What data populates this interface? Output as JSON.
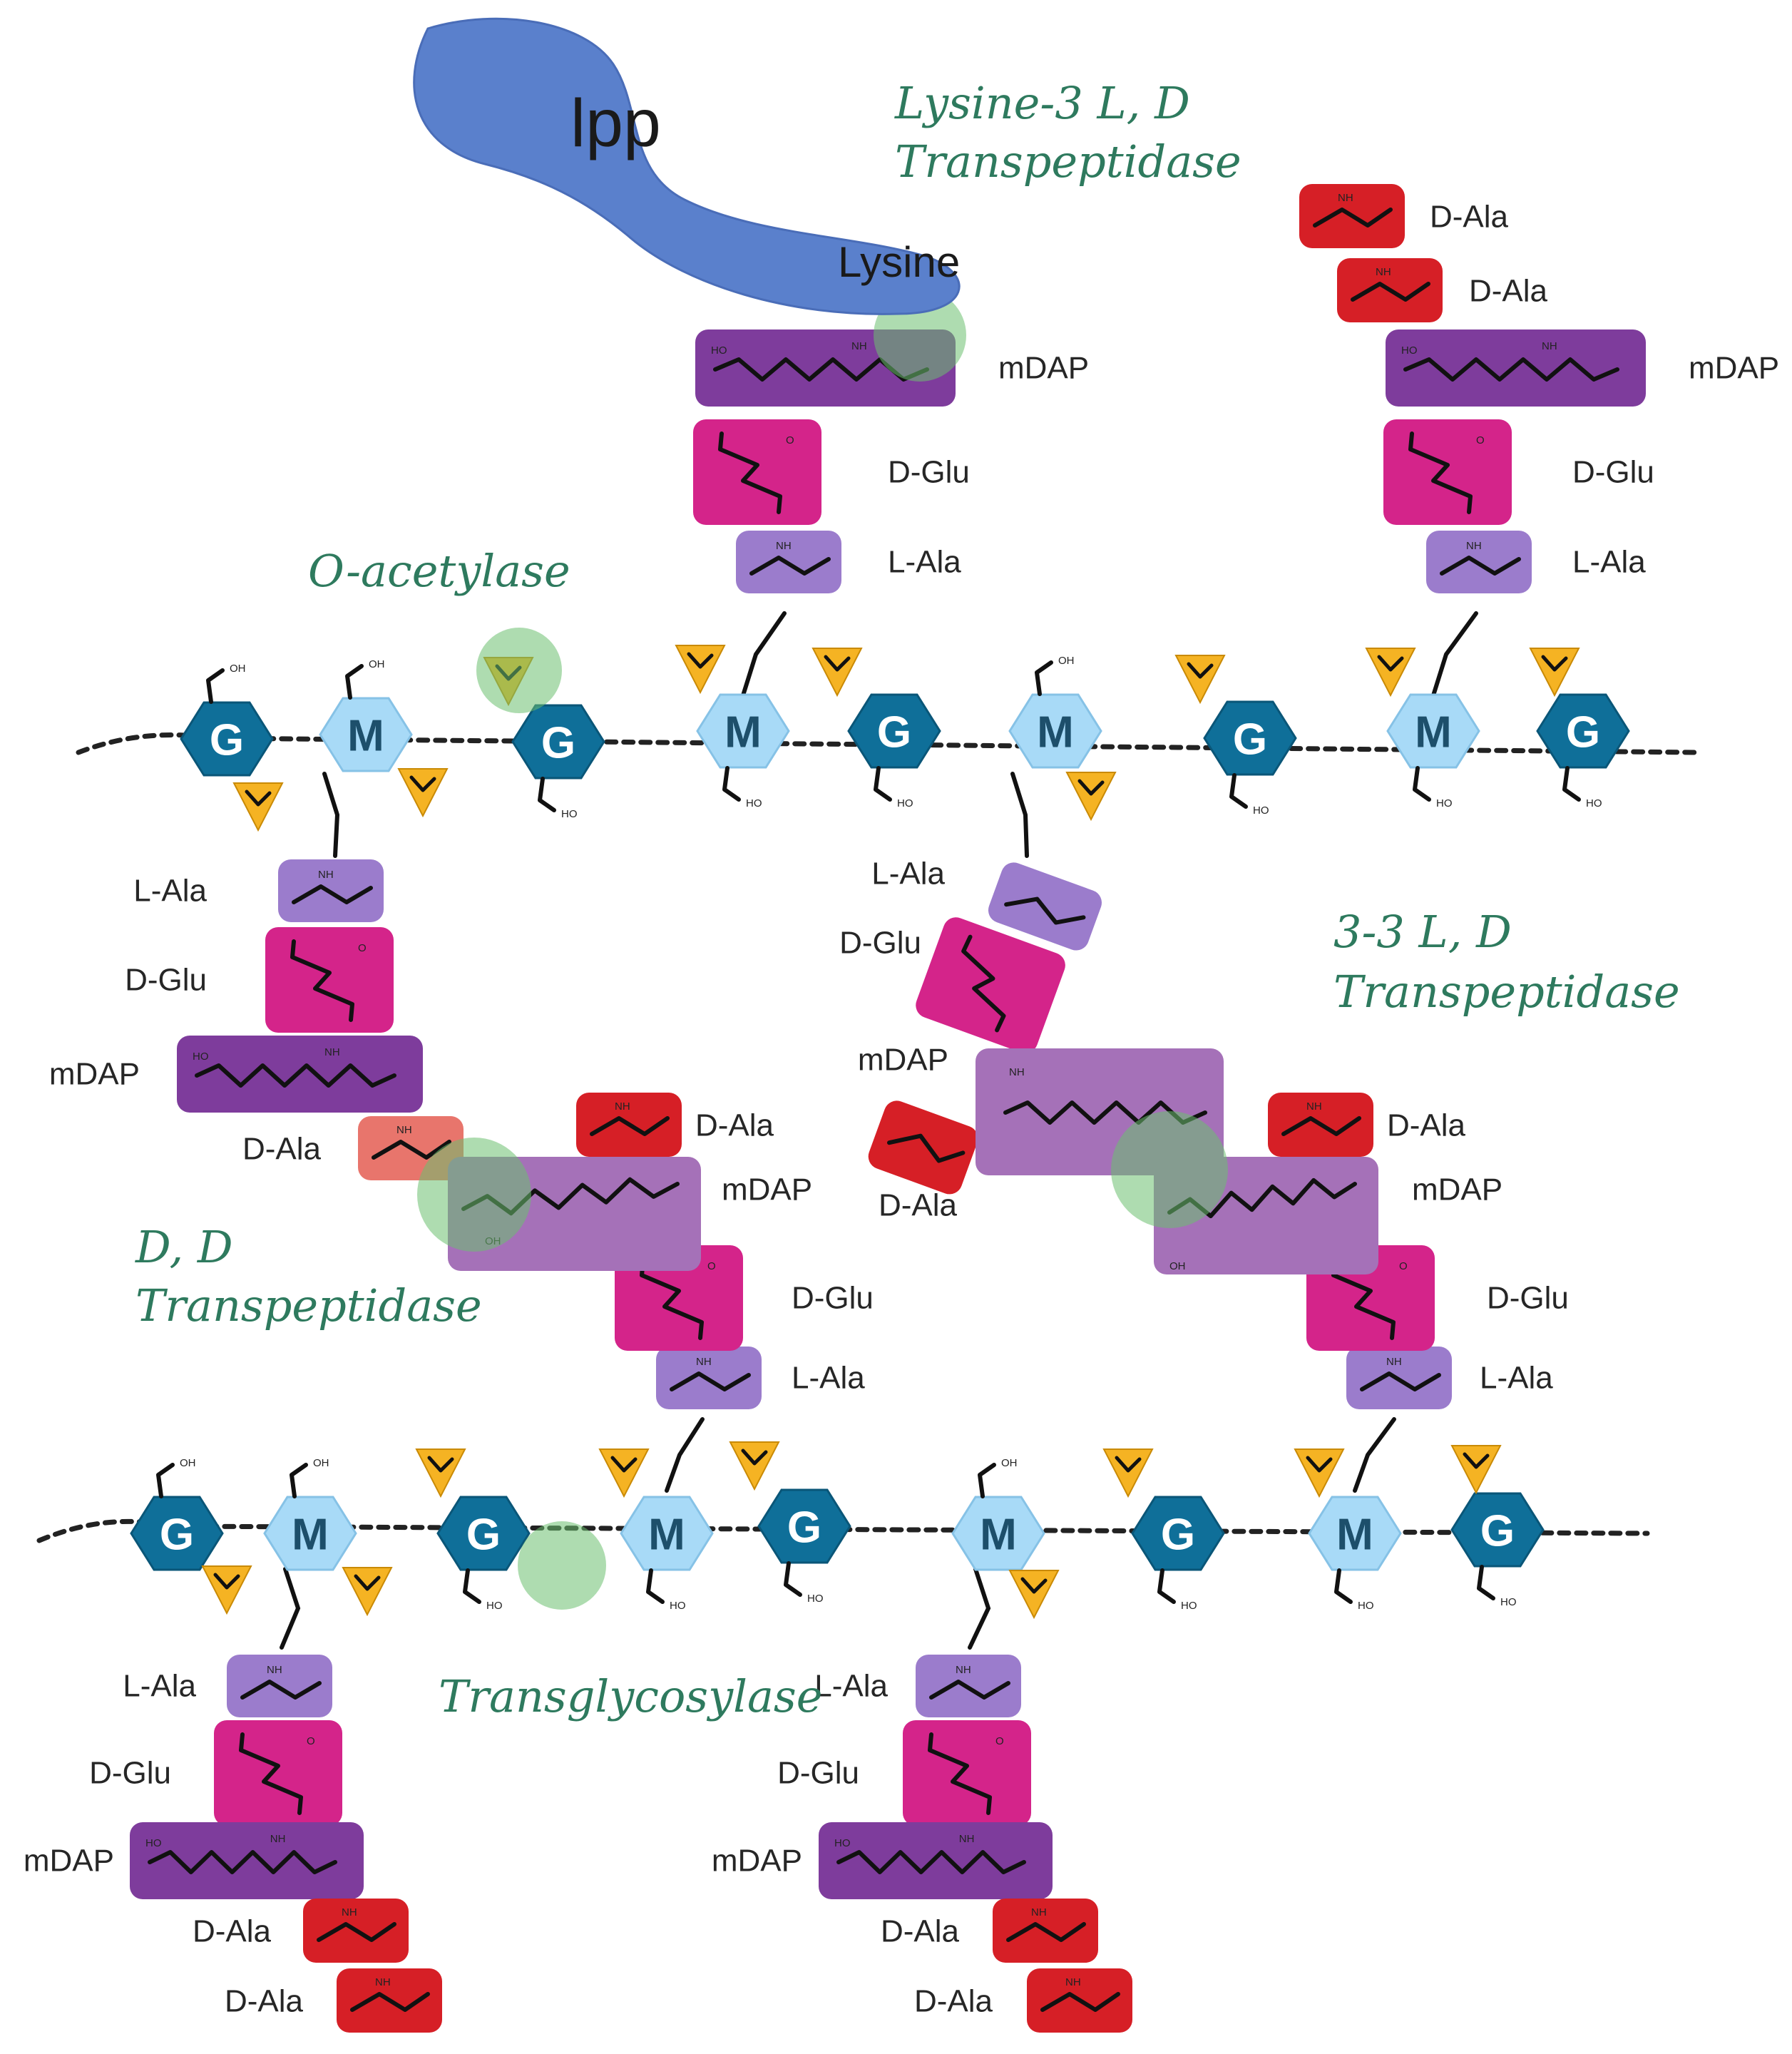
{
  "protein": {
    "name": "lpp",
    "attached_residue": "Lysine",
    "color": "#5a80cc"
  },
  "enzymes": {
    "lysine_ld": {
      "line1": "Lysine-3 L, D",
      "line2": "Transpeptidase"
    },
    "o_acetylase": {
      "line1": "O-acetylase"
    },
    "ld33": {
      "line1": "3-3 L, D",
      "line2": "Transpeptidase"
    },
    "dd": {
      "line1": "D, D",
      "line2": "Transpeptidase"
    },
    "transglycosylase": {
      "line1": "Transglycosylase"
    }
  },
  "sugars": {
    "nag": "G",
    "nam": "M"
  },
  "residues": {
    "l_ala": "L-Ala",
    "d_glu": "D-Glu",
    "mdap": "mDAP",
    "d_ala": "D-Ala"
  },
  "atoms": {
    "amine": "NH",
    "oxygen": "O",
    "hydroxyl": "OH",
    "hydroxyl_rev": "HO"
  },
  "colors": {
    "l_ala": "#9b7ccc",
    "d_glu": "#d4248a",
    "mdap": "#7e3c9c",
    "mdap_crosslinked": "#a571b8",
    "d_ala": "#d61f26",
    "d_ala_light": "#e8756c",
    "nag": "#0f6f99",
    "nam": "#a8daf7",
    "acetyl": "#f5b323",
    "highlight": "#6cc070"
  }
}
